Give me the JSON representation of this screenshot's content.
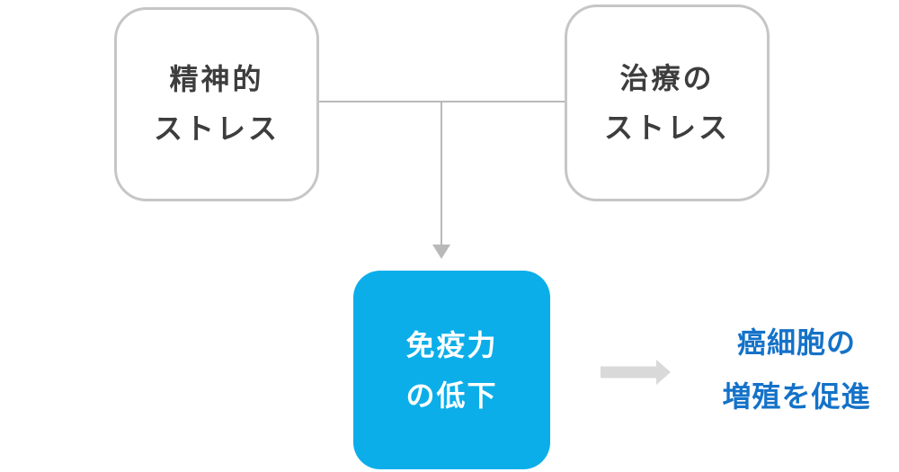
{
  "colors": {
    "box_border": "#c6c6c6",
    "box_text": "#3d3d3d",
    "connector": "#b9b9b9",
    "immunity_fill": "#0caee9",
    "immunity_text": "#ffffff",
    "result_arrow": "#d9d9d9",
    "result_text_color": "#1472c8"
  },
  "diagram": {
    "box_mental": {
      "line1": "精神的",
      "line2": "ストレス"
    },
    "box_treatment": {
      "line1": "治療の",
      "line2": "ストレス"
    },
    "box_immunity": {
      "line1": "免疫力",
      "line2": "の低下"
    },
    "result": {
      "line1": "癌細胞の",
      "line2": "増殖を促進"
    }
  }
}
